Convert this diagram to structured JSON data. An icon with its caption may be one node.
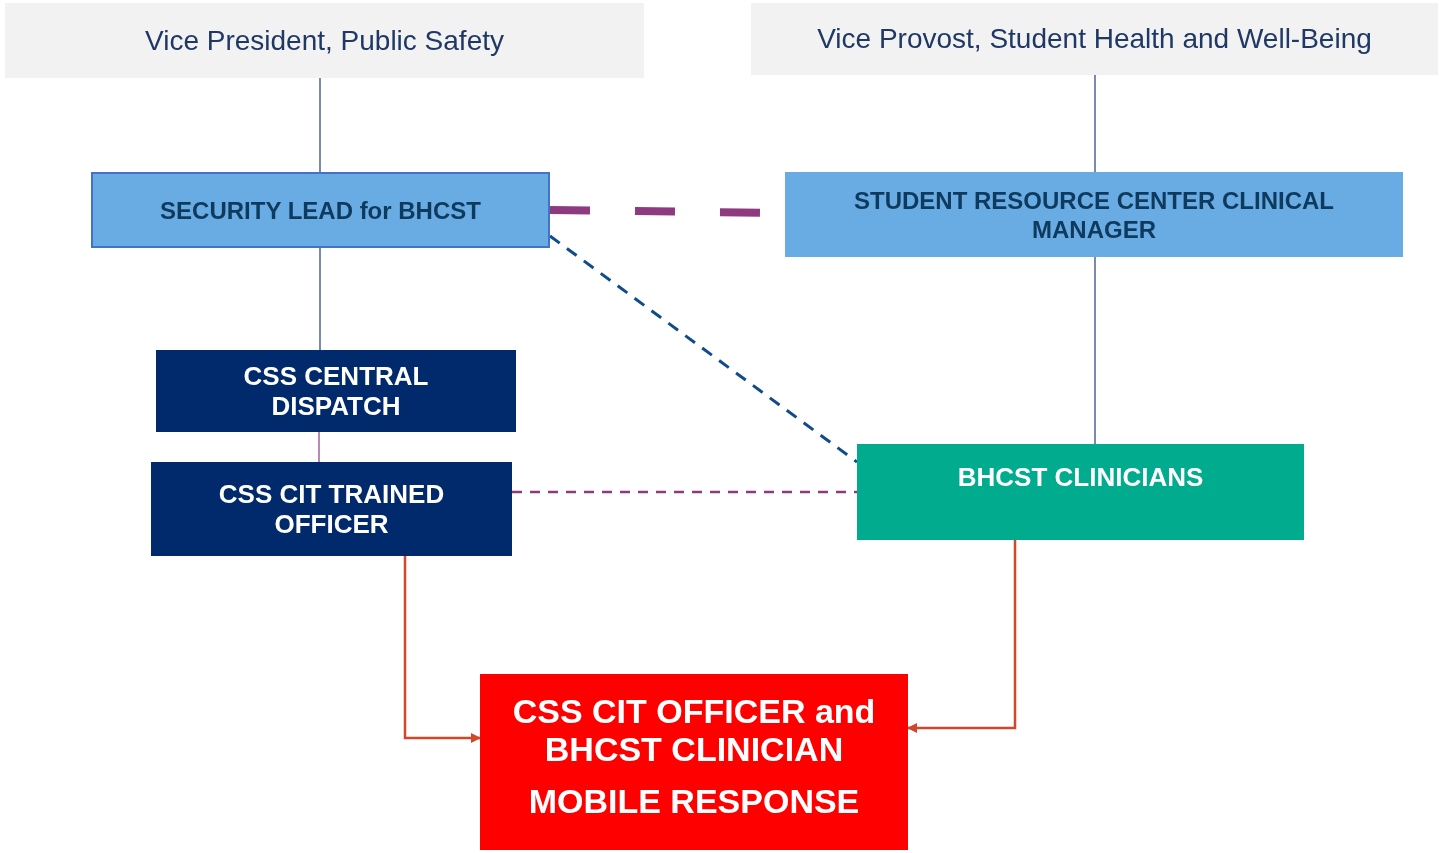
{
  "diagram": {
    "nodes": [
      {
        "text": [
          "Vice President, Public Safety"
        ]
      },
      {
        "text": [
          "Vice Provost, Student Health and Well-Being"
        ]
      },
      {
        "text": [
          "SECURITY LEAD for BHCST"
        ]
      },
      {
        "text": [
          "STUDENT RESOURCE CENTER CLINICAL MANAGER"
        ]
      },
      {
        "text": [
          "CSS CENTRAL DISPATCH"
        ]
      },
      {
        "text": [
          "CSS CIT TRAINED OFFICER"
        ]
      },
      {
        "text": [
          "BHCST CLINICIANS"
        ]
      },
      {
        "text": [
          "CSS CIT OFFICER and BHCST CLINICIAN",
          "MOBILE RESPONSE"
        ]
      }
    ],
    "edges": [
      {
        "from": 0,
        "to": 2,
        "arrow": "none"
      },
      {
        "from": 1,
        "to": 3,
        "arrow": "none"
      },
      {
        "from": 2,
        "to": 4,
        "arrow": "none"
      },
      {
        "from": 4,
        "to": 5,
        "arrow": "none",
        "color": "#8e3a80"
      },
      {
        "from": 3,
        "to": 6,
        "arrow": "none"
      },
      {
        "from": 2,
        "to": 3,
        "arrow": "none",
        "style": "dashed",
        "color": "#8e3a80"
      },
      {
        "from": 2,
        "to": 6,
        "arrow": "none",
        "style": "dashed",
        "color": "#0f4c8a"
      },
      {
        "from": 5,
        "to": 6,
        "arrow": "none",
        "style": "dashed",
        "color": "#8e3a80"
      },
      {
        "from": 5,
        "to": 7,
        "arrow": "to",
        "color": "#d2462a"
      },
      {
        "from": 6,
        "to": 7,
        "arrow": "to",
        "color": "#d2462a"
      }
    ]
  }
}
